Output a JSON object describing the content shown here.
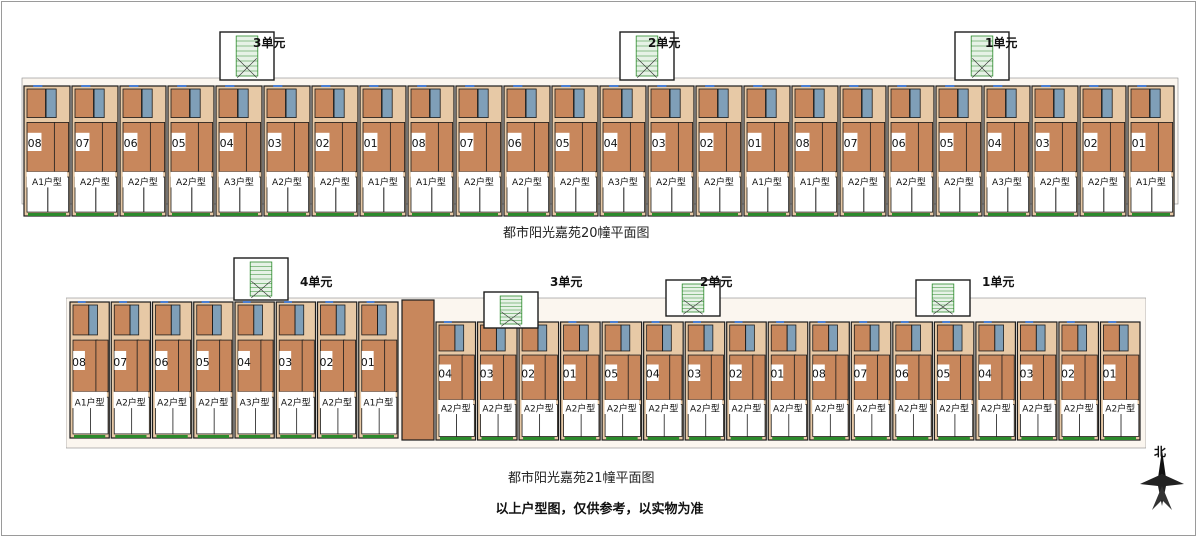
{
  "building_20": {
    "caption": "都市阳光嘉苑20幢平面图",
    "units": [
      {
        "label": "3单元"
      },
      {
        "label": "2单元"
      },
      {
        "label": "1单元"
      }
    ],
    "flats": [
      "08",
      "07",
      "06",
      "05",
      "04",
      "03",
      "02",
      "01"
    ],
    "types": [
      "A1户型",
      "A2户型",
      "A2户型",
      "A2户型",
      "A3户型",
      "A2户型",
      "A2户型",
      "A1户型"
    ]
  },
  "building_21": {
    "caption": "都市阳光嘉苑21幢平面图",
    "units": [
      {
        "label": "4单元"
      },
      {
        "label": "3单元"
      },
      {
        "label": "2单元"
      },
      {
        "label": "1单元"
      }
    ],
    "flats_west": [
      "08",
      "07",
      "06",
      "05",
      "04",
      "03",
      "02",
      "01"
    ],
    "flats_east": [
      "04",
      "03",
      "02",
      "01",
      "05",
      "04",
      "03",
      "02",
      "01",
      "08",
      "07",
      "06",
      "05",
      "04",
      "03",
      "02",
      "01"
    ],
    "types_west": [
      "A1户型",
      "A2户型",
      "A2户型",
      "A2户型",
      "A3户型",
      "A2户型",
      "A2户型",
      "A1户型"
    ]
  },
  "disclaimer": "以上户型图，仅供参考，以实物为准",
  "north_label": "北",
  "colors": {
    "floor_tile": "#c8875c",
    "floor_light": "#e7c9a6",
    "wall": "#1c1c1c",
    "balcony_green": "#2c8a2c",
    "window_blue": "#4a7fd4",
    "bath_tile": "#7f9fb8"
  }
}
